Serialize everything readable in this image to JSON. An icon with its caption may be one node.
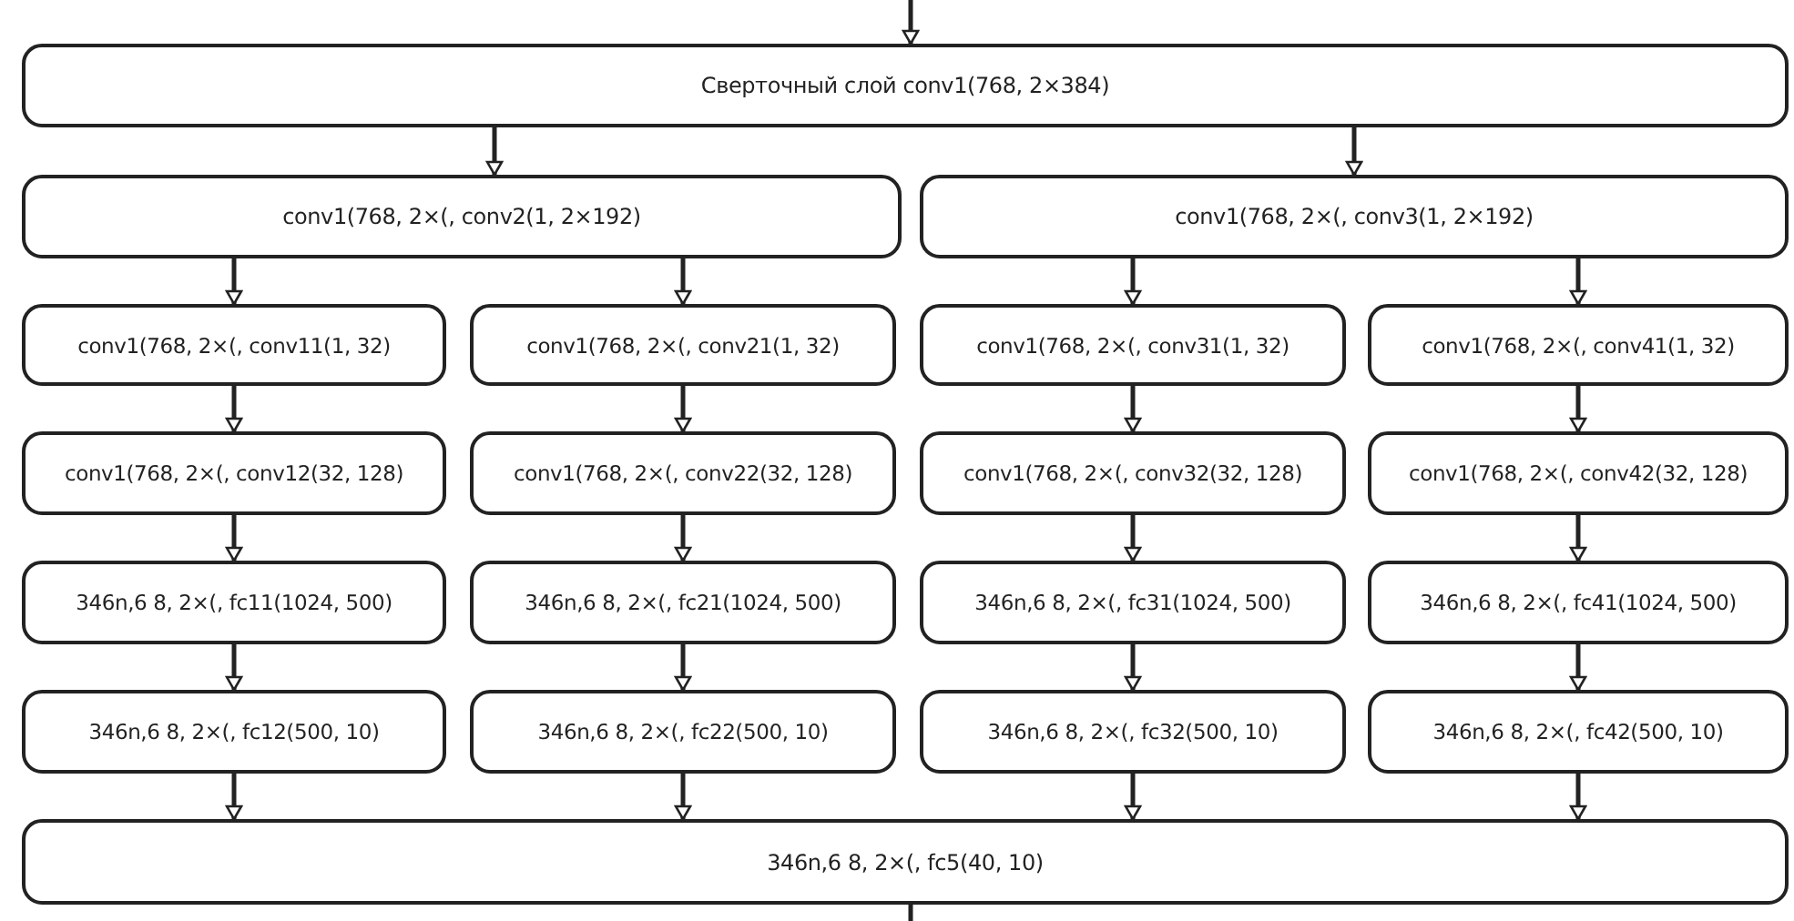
{
  "diagram": {
    "nodes": [
      {
        "text": [
          "Сверточный слой conv1(768, 2×384)"
        ]
      },
      {
        "text": [
          "conv1(768, 2×(, conv2(1, 2×192)"
        ]
      },
      {
        "text": [
          "conv1(768, 2×(, conv3(1, 2×192)"
        ]
      },
      {
        "text": [
          "conv1(768, 2×(, conv11(1, 32)"
        ]
      },
      {
        "text": [
          "conv1(768, 2×(, conv21(1, 32)"
        ]
      },
      {
        "text": [
          "conv1(768, 2×(, conv31(1, 32)"
        ]
      },
      {
        "text": [
          "conv1(768, 2×(, conv41(1, 32)"
        ]
      },
      {
        "text": [
          "conv1(768, 2×(, conv12(32, 128)"
        ]
      },
      {
        "text": [
          "conv1(768, 2×(, conv22(32, 128)"
        ]
      },
      {
        "text": [
          "conv1(768, 2×(, conv32(32, 128)"
        ]
      },
      {
        "text": [
          "conv1(768, 2×(, conv42(32, 128)"
        ]
      },
      {
        "text": [
          "346n,6 8, 2×(, fc11(1024, 500)"
        ]
      },
      {
        "text": [
          "346n,6 8, 2×(, fc21(1024, 500)"
        ]
      },
      {
        "text": [
          "346n,6 8, 2×(, fc31(1024, 500)"
        ]
      },
      {
        "text": [
          "346n,6 8, 2×(, fc41(1024, 500)"
        ]
      },
      {
        "text": [
          "346n,6 8, 2×(, fc12(500, 10)"
        ]
      },
      {
        "text": [
          "346n,6 8, 2×(, fc22(500, 10)"
        ]
      },
      {
        "text": [
          "346n,6 8, 2×(, fc32(500, 10)"
        ]
      },
      {
        "text": [
          "346n,6 8, 2×(, fc42(500, 10)"
        ]
      },
      {
        "text": [
          "346n,6 8, 2×(, fc5(40, 10)"
        ]
      }
    ],
    "edges": [
      {
        "from": null,
        "to": 0,
        "arrow": "to"
      },
      {
        "from": 0,
        "to": 1,
        "arrow": "to"
      },
      {
        "from": 0,
        "to": 2,
        "arrow": "to"
      },
      {
        "from": 1,
        "to": 3,
        "arrow": "to"
      },
      {
        "from": 1,
        "to": 4,
        "arrow": "to"
      },
      {
        "from": 2,
        "to": 5,
        "arrow": "to"
      },
      {
        "from": 2,
        "to": 6,
        "arrow": "to"
      },
      {
        "from": 3,
        "to": 7,
        "arrow": "to"
      },
      {
        "from": 4,
        "to": 8,
        "arrow": "to"
      },
      {
        "from": 5,
        "to": 9,
        "arrow": "to"
      },
      {
        "from": 6,
        "to": 10,
        "arrow": "to"
      },
      {
        "from": 7,
        "to": 11,
        "arrow": "to"
      },
      {
        "from": 8,
        "to": 12,
        "arrow": "to"
      },
      {
        "from": 9,
        "to": 13,
        "arrow": "to"
      },
      {
        "from": 10,
        "to": 14,
        "arrow": "to"
      },
      {
        "from": 11,
        "to": 15,
        "arrow": "to"
      },
      {
        "from": 12,
        "to": 16,
        "arrow": "to"
      },
      {
        "from": 13,
        "to": 17,
        "arrow": "to"
      },
      {
        "from": 14,
        "to": 18,
        "arrow": "to"
      },
      {
        "from": 15,
        "to": 19,
        "arrow": "to"
      },
      {
        "from": 16,
        "to": 19,
        "arrow": "to"
      },
      {
        "from": 17,
        "to": 19,
        "arrow": "to"
      },
      {
        "from": 18,
        "to": 19,
        "arrow": "to"
      },
      {
        "from": 19,
        "to": null,
        "arrow": "none"
      }
    ]
  }
}
